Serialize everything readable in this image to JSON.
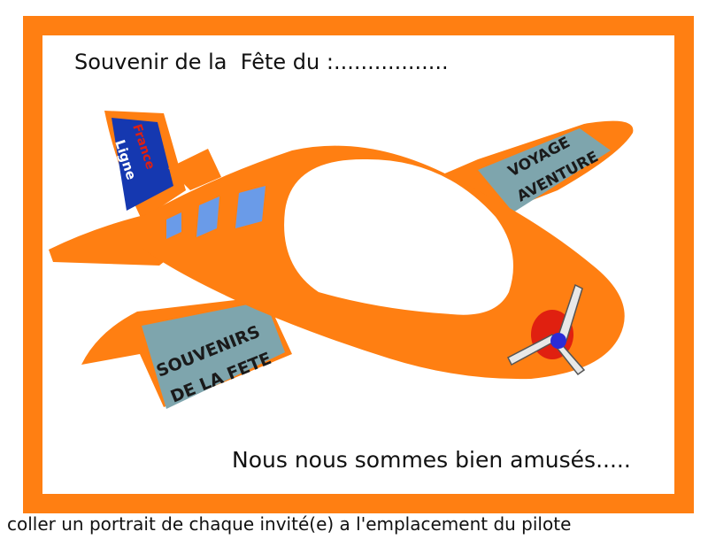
{
  "header": {
    "title": "Souvenir de la  Fête du :................."
  },
  "tail": {
    "line1": "France",
    "line2": "Ligne"
  },
  "right_wing": {
    "line1": "VOYAGE",
    "line2": "AVENTURE"
  },
  "left_wing": {
    "line1": "SOUVENIRS",
    "line2": "DE LA FETE"
  },
  "message": "Nous nous sommes bien amusés.....",
  "instruction": "coller un portrait de chaque invité(e) a l'emplacement du pilote",
  "colors": {
    "frame": "#ff7f12",
    "plane": "#ff7f12",
    "wing_panel": "#7ea5ad",
    "tail_panel": "#1538b0",
    "window": "#6a9be8",
    "propeller_hub": "#2b2bd6",
    "spinner": "#e02010"
  }
}
